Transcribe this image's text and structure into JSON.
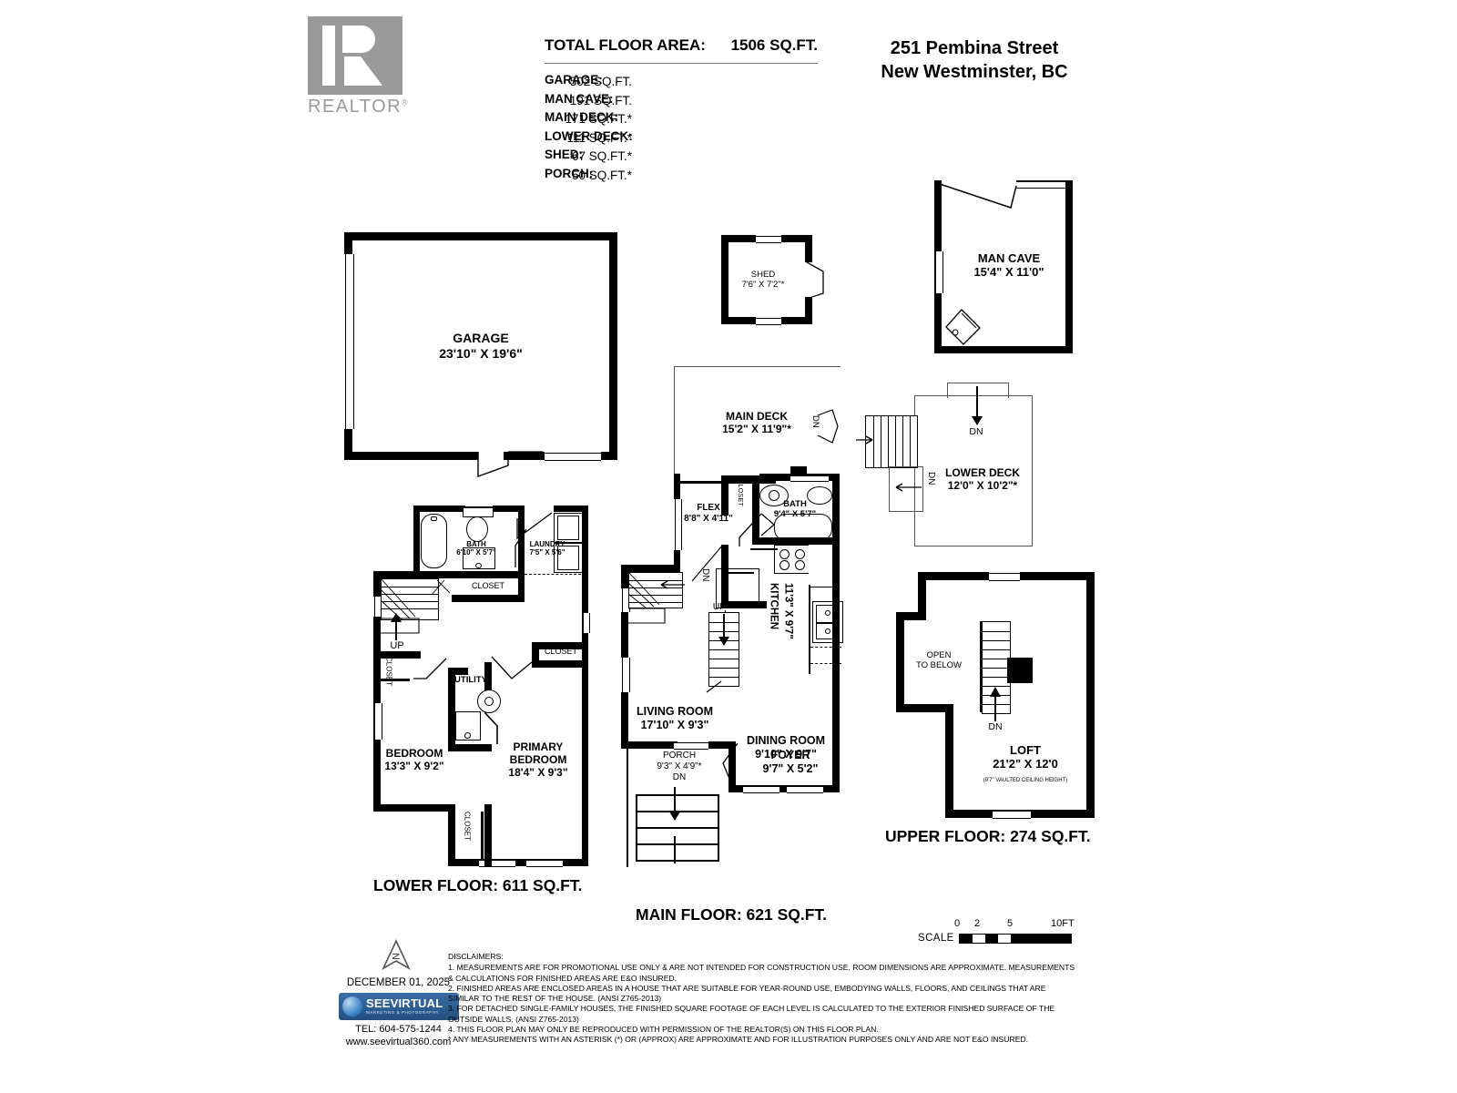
{
  "header": {
    "logo_word": "REALTOR",
    "total_label": "TOTAL FLOOR AREA:",
    "total_value": "1506 SQ.FT.",
    "areas": [
      {
        "label": "GARAGE:",
        "value": "502 SQ.FT."
      },
      {
        "label": "MAN CAVE:",
        "value": "191 SQ.FT."
      },
      {
        "label": "MAIN DECK:",
        "value": "171 SQ.FT.*"
      },
      {
        "label": "LOWER DECK:",
        "value": "111 SQ.FT.*"
      },
      {
        "label": "SHED:",
        "value": "67 SQ.FT.*"
      },
      {
        "label": "PORCH:",
        "value": "50 SQ.FT.*"
      }
    ],
    "address_line1": "251 Pembina Street",
    "address_line2": "New Westminster, BC"
  },
  "garage": {
    "name": "GARAGE",
    "dims": "23'10\" X 19'6\""
  },
  "shed": {
    "name": "SHED",
    "dims": "7'6\" X 7'2\"*"
  },
  "man_cave": {
    "name": "MAN CAVE",
    "dims": "15'4\" X 11'0\""
  },
  "lower_floor": {
    "title": "LOWER FLOOR: 611 SQ.FT.",
    "bath": {
      "name": "BATH",
      "dims": "6'10\" X 5'7\""
    },
    "laundry": {
      "name": "LAUNDRY",
      "dims": "7'5\" X 5'6\""
    },
    "closet1": "CLOSET",
    "closet2": "CLOSET",
    "closet3": "CLOSET",
    "closet4": "CLOSET",
    "utility": "UTILITY",
    "up": "UP",
    "bedroom": {
      "name": "BEDROOM",
      "dims": "13'3\" X 9'2\""
    },
    "primary": {
      "name1": "PRIMARY",
      "name2": "BEDROOM",
      "dims": "18'4\" X 9'3\""
    }
  },
  "main_floor": {
    "title": "MAIN FLOOR: 621 SQ.FT.",
    "main_deck": {
      "name": "MAIN DECK",
      "dims": "15'2\" X 11'9\"*",
      "dn": "DN"
    },
    "flex": {
      "name": "FLEX",
      "dims": "8'8\" X 4'11\""
    },
    "bath": {
      "name": "BATH",
      "dims": "9'4\" X 5'7\""
    },
    "closet": "CLOSET",
    "kitchen": {
      "name": "KITCHEN",
      "dims": "11'3\" X 9'7\""
    },
    "living": {
      "name": "LIVING ROOM",
      "dims": "17'10\" X 9'3\""
    },
    "dining": {
      "name": "DINING ROOM",
      "dims": "9'10\" X 9'7\""
    },
    "foyer": {
      "name": "FOYER",
      "dims": "9'7\" X 5'2\""
    },
    "porch": {
      "name": "PORCH",
      "dims": "9'3\" X 4'9\"*",
      "dn": "DN"
    },
    "up": "UP",
    "dn": "DN"
  },
  "upper_floor": {
    "title": "UPPER FLOOR: 274 SQ.FT.",
    "lower_deck": {
      "name": "LOWER DECK",
      "dims": "12'0\" X 10'2\"*",
      "dn1": "DN",
      "dn2": "DN"
    },
    "open_to_below_1": "OPEN",
    "open_to_below_2": "TO BELOW",
    "loft": {
      "name": "LOFT",
      "dims": "21'2\" X 12'0",
      "note": "(9'7\" VAULTED CEILING HEIGHT)",
      "dn": "DN"
    }
  },
  "scale": {
    "label": "SCALE",
    "ticks": [
      "0",
      "2",
      "5",
      "10FT"
    ]
  },
  "footer": {
    "date": "DECEMBER 01, 2025",
    "brand_part1": "SEE",
    "brand_part2": "VIRTUAL",
    "brand_sub": "MARKETING & PHOTOGRAPHY",
    "tel": "TEL: 604-575-1244",
    "web": "www.seevirtual360.com",
    "compass_letter": "N"
  },
  "disclaimers": {
    "heading": "DISCLAIMERS:",
    "lines": [
      "1. MEASUREMENTS ARE FOR PROMOTIONAL USE ONLY & ARE NOT INTENDED FOR CONSTRUCTION USE. ROOM DIMENSIONS ARE APPROXIMATE. MEASUREMENTS & CALCULATIONS FOR FINISHED AREAS ARE E&O INSURED.",
      "2. FINISHED AREAS ARE ENCLOSED AREAS IN A HOUSE THAT ARE SUITABLE FOR YEAR-ROUND USE, EMBODYING WALLS, FLOORS, AND CEILINGS THAT ARE SIMILAR TO THE REST OF THE HOUSE. (ANSI Z765-2013)",
      "3. FOR DETACHED SINGLE-FAMILY HOUSES, THE FINISHED SQUARE FOOTAGE OF EACH LEVEL IS CALCULATED TO THE EXTERIOR FINISHED SURFACE OF THE OUTSIDE WALLS. (ANSI Z765-2013)",
      "4. THIS FLOOR PLAN MAY ONLY BE REPRODUCED WITH PERMISSION OF THE REALTOR(S) ON THIS FLOOR PLAN.",
      "* ANY MEASUREMENTS WITH AN ASTERISK (*) OR (APPROX) ARE APPROXIMATE AND FOR ILLUSTRATION PURPOSES ONLY AND ARE NOT E&O INSURED."
    ]
  }
}
